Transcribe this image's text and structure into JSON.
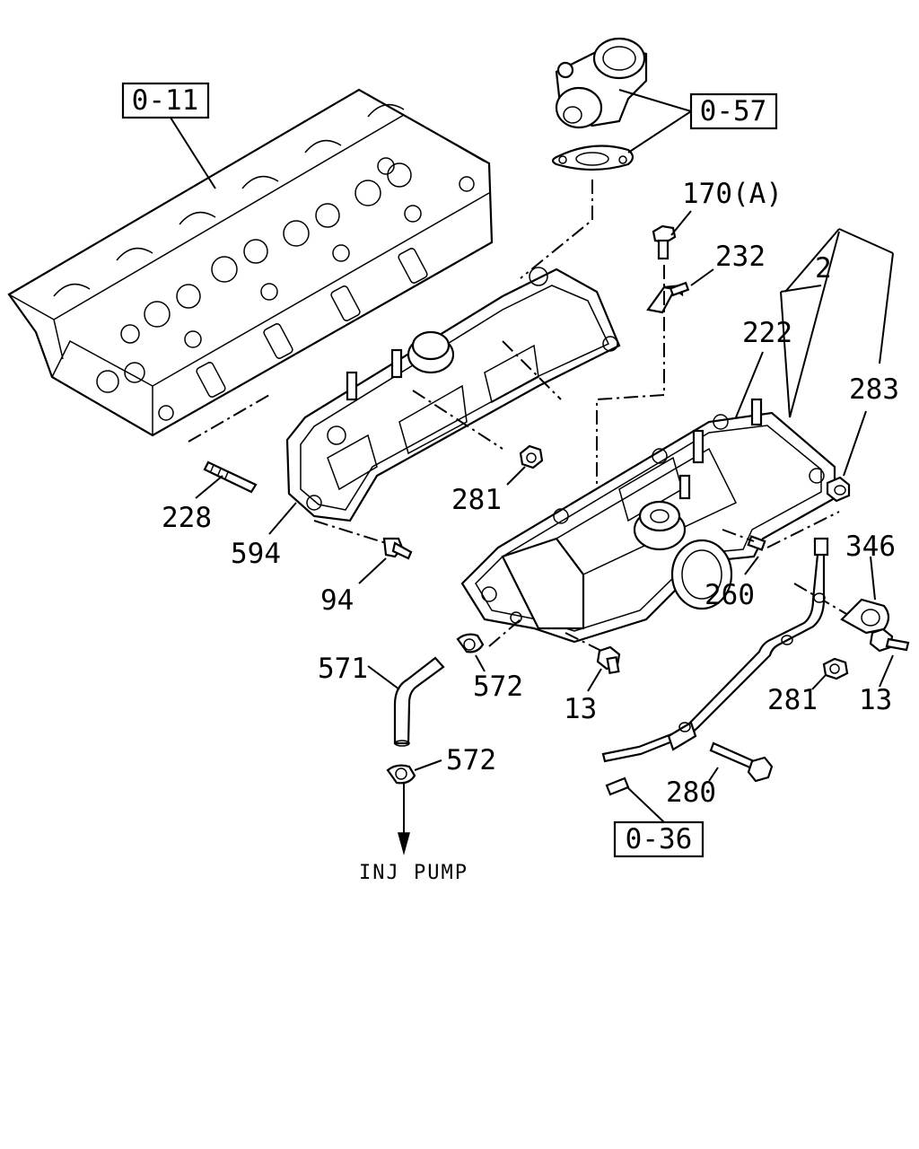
{
  "refs": {
    "r011": "0-11",
    "r057": "0-57",
    "r036": "0-36"
  },
  "labels": {
    "p170": "170(A)",
    "p232": "232",
    "p2": "2",
    "p222": "222",
    "p283": "283",
    "p281a": "281",
    "p228": "228",
    "p594": "594",
    "p94": "94",
    "p346": "346",
    "p260": "260",
    "p571": "571",
    "p572a": "572",
    "p13a": "13",
    "p281b": "281",
    "p13b": "13",
    "p572b": "572",
    "p280": "280"
  },
  "note": "INJ PUMP"
}
